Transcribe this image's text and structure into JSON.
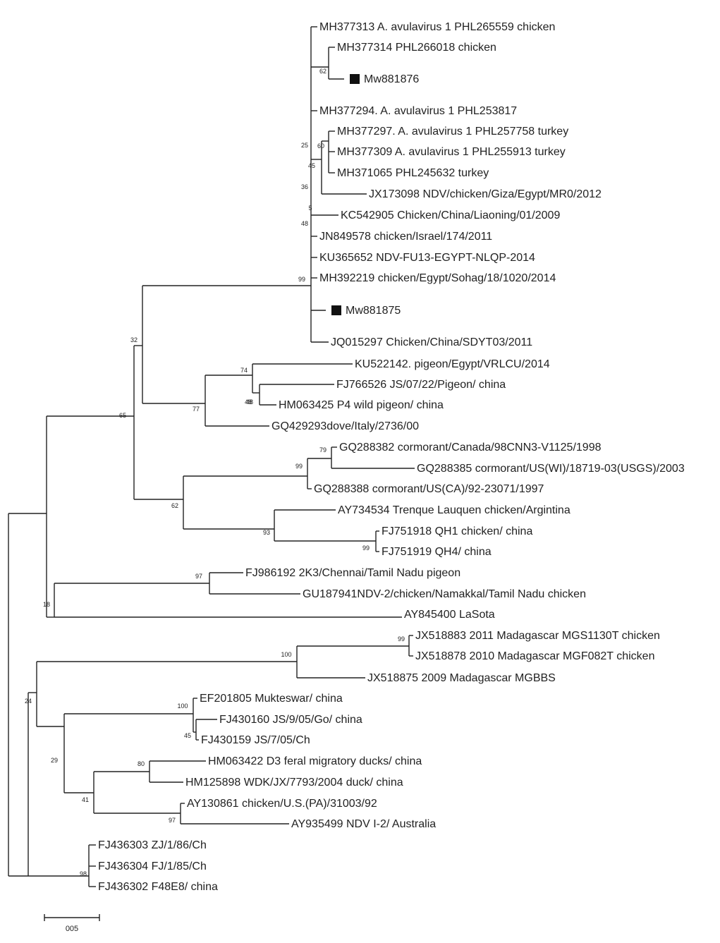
{
  "leaves": [
    {
      "label": "MH377313 A. avulavirus 1 PHL265559 chicken"
    },
    {
      "label": "MH377314 PHL266018 chicken"
    },
    {
      "label": "Mw881876",
      "marker": true
    },
    {
      "label": "MH377294. A. avulavirus 1 PHL253817"
    },
    {
      "label": "MH377297. A. avulavirus 1 PHL257758 turkey"
    },
    {
      "label": "MH377309 A. avulavirus 1 PHL255913 turkey"
    },
    {
      "label": "MH371065 PHL245632 turkey"
    },
    {
      "label": "JX173098 NDV/chicken/Giza/Egypt/MR0/2012"
    },
    {
      "label": "KC542905 Chicken/China/Liaoning/01/2009"
    },
    {
      "label": "JN849578 chicken/Israel/174/2011"
    },
    {
      "label": "KU365652 NDV-FU13-EGYPT-NLQP-2014"
    },
    {
      "label": "MH392219 chicken/Egypt/Sohag/18/1020/2014"
    },
    {
      "label": "Mw881875",
      "marker": true
    },
    {
      "label": "JQ015297 Chicken/China/SDYT03/2011"
    },
    {
      "label": "KU522142. pigeon/Egypt/VRLCU/2014"
    },
    {
      "label": "FJ766526 JS/07/22/Pigeon/ china"
    },
    {
      "label": "HM063425 P4 wild pigeon/ china"
    },
    {
      "label": "GQ429293dove/Italy/2736/00"
    },
    {
      "label": "GQ288382 cormorant/Canada/98CNN3-V1125/1998"
    },
    {
      "label": "GQ288385 cormorant/US(WI)/18719-03(USGS)/2003"
    },
    {
      "label": "GQ288388 cormorant/US(CA)/92-23071/1997"
    },
    {
      "label": "AY734534 Trenque Lauquen chicken/Argintina"
    },
    {
      "label": "FJ751918 QH1 chicken/ china"
    },
    {
      "label": "FJ751919 QH4/ china"
    },
    {
      "label": "FJ986192 2K3/Chennai/Tamil Nadu pigeon"
    },
    {
      "label": "GU187941NDV-2/chicken/Namakkal/Tamil Nadu chicken"
    },
    {
      "label": "AY845400 LaSota"
    },
    {
      "label": "JX518883 2011 Madagascar MGS1130T chicken"
    },
    {
      "label": "JX518878 2010 Madagascar MGF082T chicken"
    },
    {
      "label": "JX518875 2009 Madagascar MGBBS"
    },
    {
      "label": "EF201805 Mukteswar/ china"
    },
    {
      "label": "FJ430160 JS/9/05/Go/ china"
    },
    {
      "label": "FJ430159 JS/7/05/Ch"
    },
    {
      "label": "HM063422 D3 feral migratory ducks/ china"
    },
    {
      "label": "HM125898 WDK/JX/7793/2004 duck/ china"
    },
    {
      "label": "AY130861 chicken/U.S.(PA)/31003/92"
    },
    {
      "label": "AY935499 NDV I-2/ Australia"
    },
    {
      "label": "FJ436303 ZJ/1/86/Ch"
    },
    {
      "label": "FJ436304 FJ/1/85/Ch"
    },
    {
      "label": "FJ436302 F48E8/ china"
    }
  ],
  "support_values": [
    "62",
    "25",
    "60",
    "45",
    "36",
    "5",
    "48",
    "99",
    "32",
    "74",
    "48",
    "77",
    "65",
    "79",
    "99",
    "62",
    "93",
    "99",
    "48",
    "97",
    "18",
    "99",
    "100",
    "24",
    "100",
    "45",
    "29",
    "80",
    "41",
    "97",
    "98"
  ],
  "scale_bar": {
    "label": "005"
  },
  "colors": {
    "line": "#222222",
    "text": "#222222",
    "marker": "#111111"
  }
}
